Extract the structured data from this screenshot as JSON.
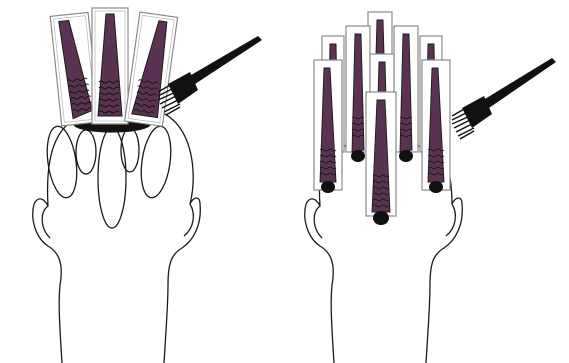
{
  "colors": {
    "background": "#ffffff",
    "outline": "#1a1a1a",
    "hair_dye": "#5a3352",
    "foil": "#ffffff",
    "foil_edge": "#8a8a8a",
    "brush_handle": "#111111"
  },
  "illustrations": [
    {
      "id": "left",
      "subject": "head-rear-view",
      "foil_count": 3,
      "scalp_sections": 6,
      "tool": "tint-brush-icon"
    },
    {
      "id": "right",
      "subject": "head-rear-view",
      "foil_count": 9,
      "tool": "tint-brush-icon"
    }
  ]
}
